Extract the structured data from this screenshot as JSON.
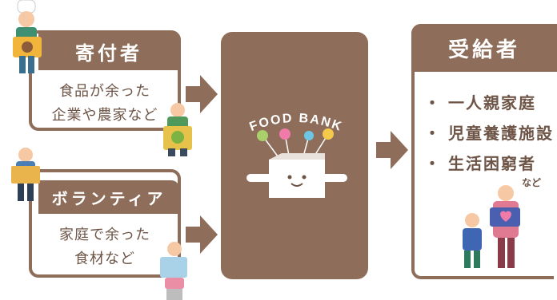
{
  "donors": {
    "title": "寄付者",
    "desc_line1": "食品が余った",
    "desc_line2": "企業や農家など"
  },
  "volunteers": {
    "title": "ボランティア",
    "desc_line1": "家庭で余った",
    "desc_line2": "食材など"
  },
  "foodbank": {
    "label": "FOOD BANK"
  },
  "recipients": {
    "title": "受給者",
    "items": [
      "一人親家庭",
      "児童養護施設",
      "生活困窮者"
    ],
    "bullet": "・",
    "etc": "など"
  },
  "colors": {
    "brown": "#8e6e5a",
    "text_brown": "#6d5446",
    "balloon_green": "#a9d06a",
    "balloon_pink": "#f07aa8",
    "balloon_blue": "#6ec6e6",
    "balloon_yellow": "#f5c94a"
  }
}
